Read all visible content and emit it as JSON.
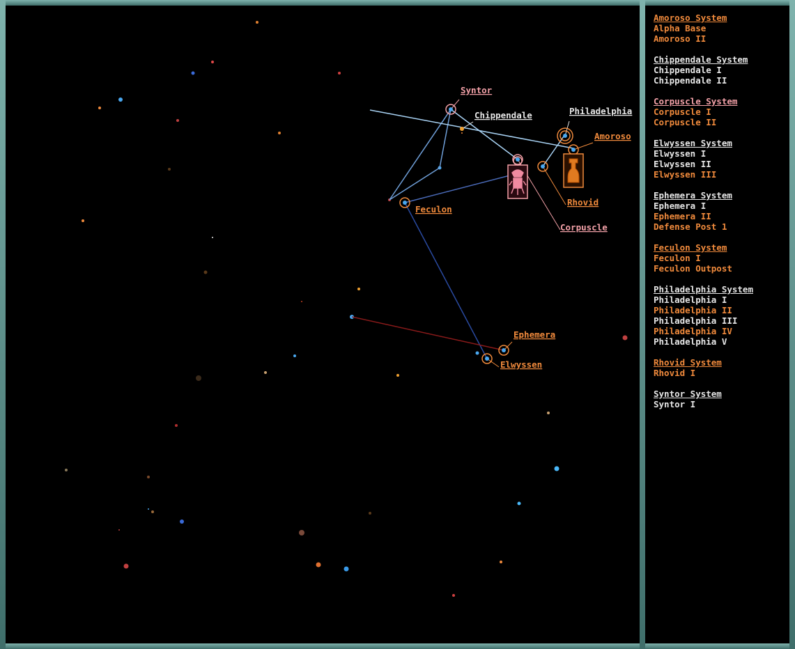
{
  "colors": {
    "owned": "#f08a3c",
    "neutral": "#e6e6e6",
    "pink": "#f3a1a8",
    "route_blue": "#6f9fd8",
    "route_light": "#a9d3f5",
    "route_red": "#8a1a1a",
    "frame": "#5f9590"
  },
  "map": {
    "systems": [
      {
        "name": "Syntor",
        "color": "pink"
      },
      {
        "name": "Chippendale",
        "color": "neutral"
      },
      {
        "name": "Philadelphia",
        "color": "neutral"
      },
      {
        "name": "Amoroso",
        "color": "owned"
      },
      {
        "name": "Rhovid",
        "color": "owned"
      },
      {
        "name": "Corpuscle",
        "color": "pink"
      },
      {
        "name": "Feculon",
        "color": "owned"
      },
      {
        "name": "Ephemera",
        "color": "owned"
      },
      {
        "name": "Elwyssen",
        "color": "owned"
      }
    ]
  },
  "sidebar": {
    "groups": [
      {
        "title": "Amoroso System",
        "title_color": "owned",
        "items": [
          {
            "label": "Alpha Base",
            "color": "owned"
          },
          {
            "label": "Amoroso II",
            "color": "owned"
          }
        ]
      },
      {
        "title": "Chippendale System",
        "title_color": "neutral",
        "items": [
          {
            "label": "Chippendale I",
            "color": "neutral"
          },
          {
            "label": "Chippendale II",
            "color": "neutral"
          }
        ]
      },
      {
        "title": "Corpuscle System",
        "title_color": "pink",
        "items": [
          {
            "label": "Corpuscle I",
            "color": "owned"
          },
          {
            "label": "Corpuscle II",
            "color": "owned"
          }
        ]
      },
      {
        "title": "Elwyssen System",
        "title_color": "neutral",
        "items": [
          {
            "label": "Elwyssen I",
            "color": "neutral"
          },
          {
            "label": "Elwyssen II",
            "color": "neutral"
          },
          {
            "label": "Elwyssen III",
            "color": "owned"
          }
        ]
      },
      {
        "title": "Ephemera System",
        "title_color": "neutral",
        "items": [
          {
            "label": "Ephemera I",
            "color": "neutral"
          },
          {
            "label": "Ephemera II",
            "color": "owned"
          },
          {
            "label": "Defense Post 1",
            "color": "owned"
          }
        ]
      },
      {
        "title": "Feculon System",
        "title_color": "owned",
        "items": [
          {
            "label": "Feculon I",
            "color": "owned"
          },
          {
            "label": "Feculon Outpost",
            "color": "owned"
          }
        ]
      },
      {
        "title": "Philadelphia System",
        "title_color": "neutral",
        "items": [
          {
            "label": "Philadelphia I",
            "color": "neutral"
          },
          {
            "label": "Philadelphia II",
            "color": "owned"
          },
          {
            "label": "Philadelphia III",
            "color": "neutral"
          },
          {
            "label": "Philadelphia IV",
            "color": "owned"
          },
          {
            "label": "Philadelphia V",
            "color": "neutral"
          }
        ]
      },
      {
        "title": "Rhovid System",
        "title_color": "owned",
        "items": [
          {
            "label": "Rhovid I",
            "color": "owned"
          }
        ]
      },
      {
        "title": "Syntor System",
        "title_color": "neutral",
        "items": [
          {
            "label": "Syntor I",
            "color": "neutral"
          }
        ]
      }
    ]
  }
}
